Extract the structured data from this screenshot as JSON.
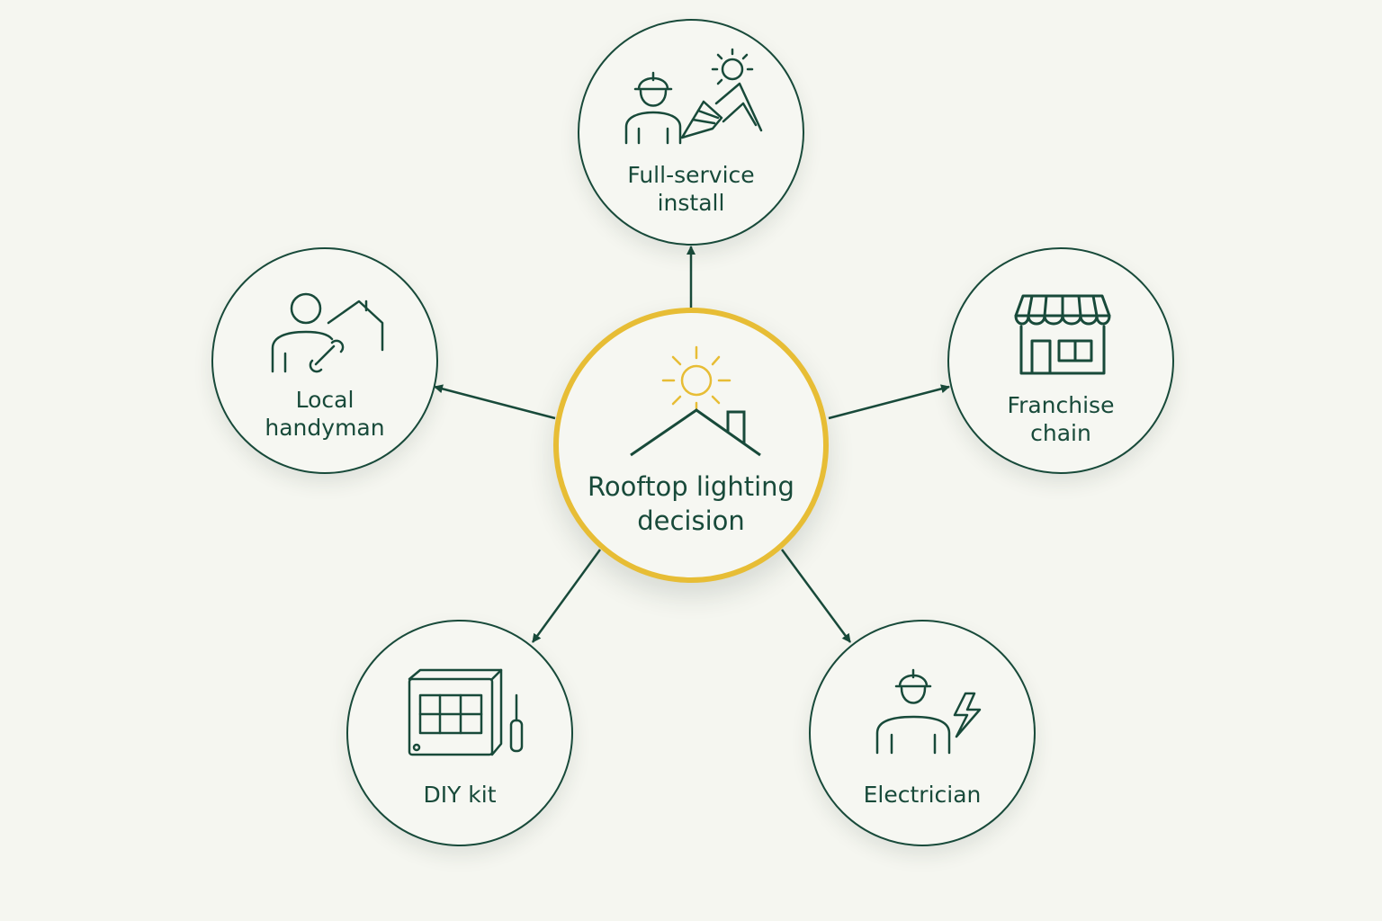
{
  "colors": {
    "stroke": "#184a3a",
    "accent": "#e7bd35",
    "background": "#f5f6f0"
  },
  "center": {
    "label": "Rooftop lighting\ndecision",
    "icon": "sun-over-roof-icon"
  },
  "options": [
    {
      "id": "full-service-install",
      "label": "Full-service\ninstall",
      "icon": "installer-solar-roof-icon"
    },
    {
      "id": "local-handyman",
      "label": "Local\nhandyman",
      "icon": "handyman-house-icon"
    },
    {
      "id": "franchise-chain",
      "label": "Franchise\nchain",
      "icon": "storefront-icon"
    },
    {
      "id": "diy-kit",
      "label": "DIY kit",
      "icon": "kit-box-screwdriver-icon"
    },
    {
      "id": "electrician",
      "label": "Electrician",
      "icon": "electrician-bolt-icon"
    }
  ]
}
